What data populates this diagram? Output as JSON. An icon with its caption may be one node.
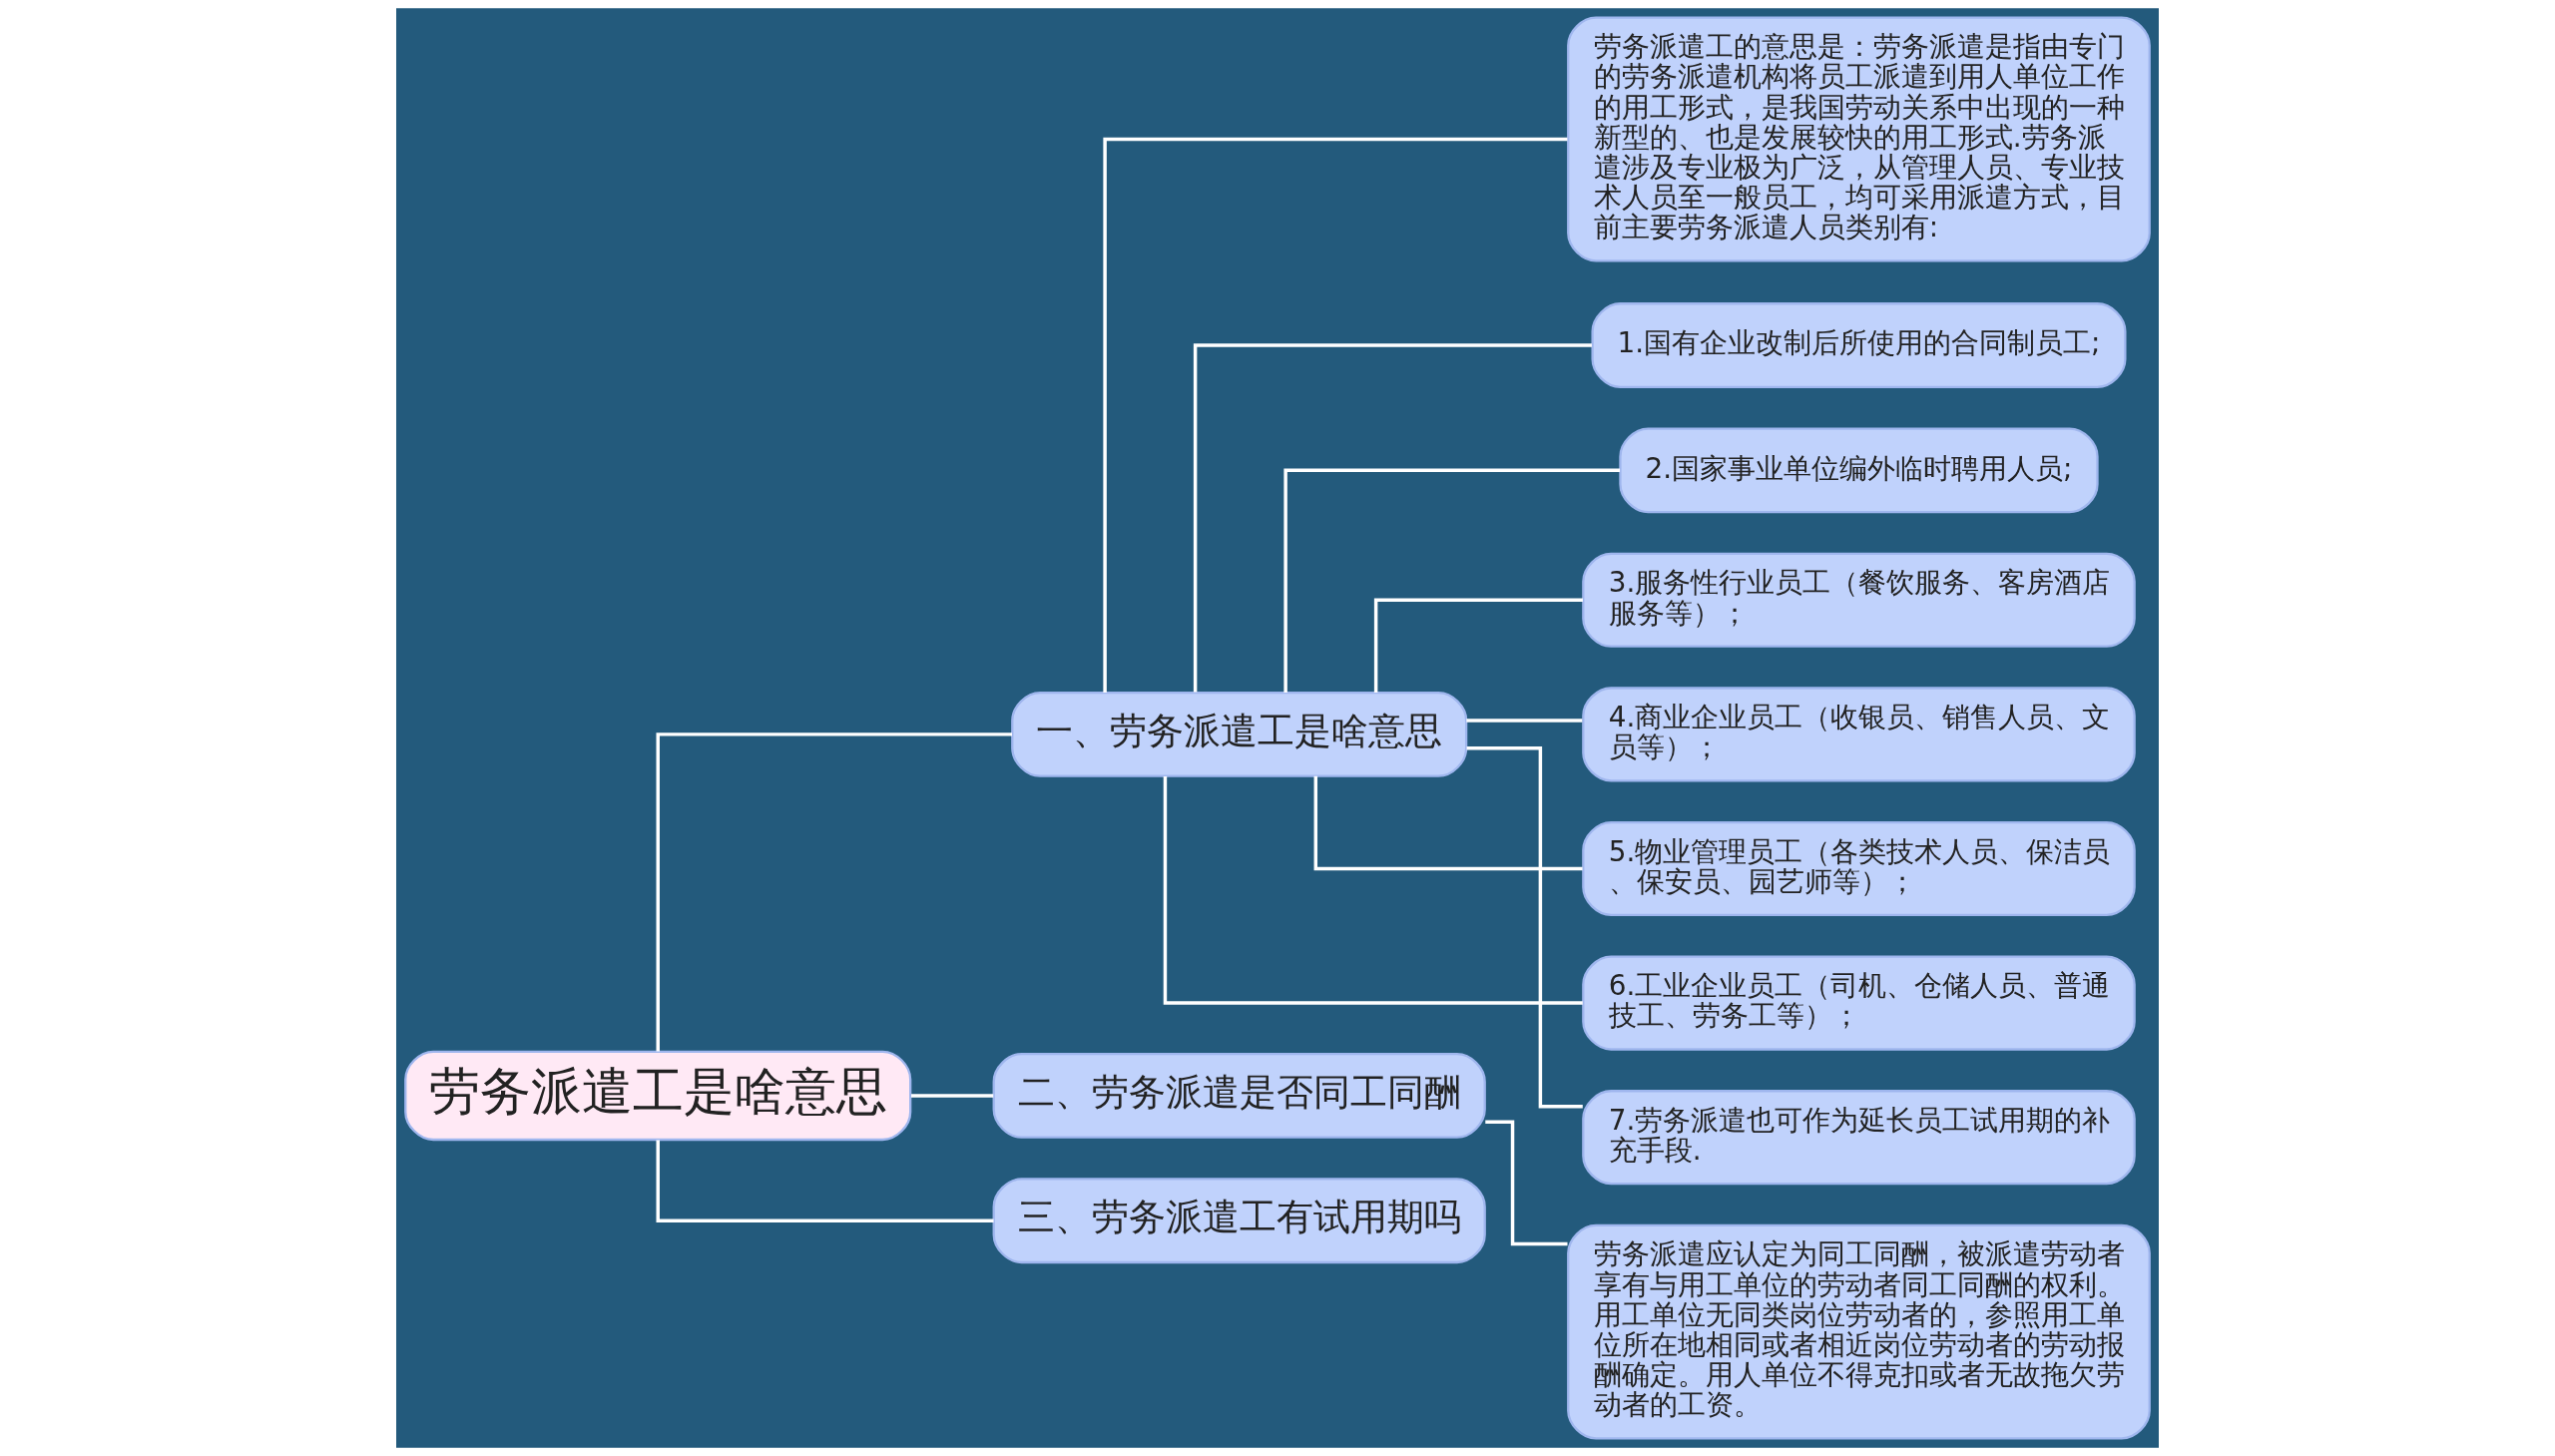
{
  "diagram": {
    "nodes": [
      {
        "text": [
          "劳务派遣工是啥意思"
        ]
      },
      {
        "text": [
          "一、劳务派遣工是啥意思"
        ]
      },
      {
        "text": [
          "劳务派遣工的意思是：劳务派遣是指由专门的劳务派遣机构将员工派遣到用人单位工作的用工形式，是我国劳动关系中出现的一种新型的、也是发展较快的用工形式.劳务派遣涉及专业极为广泛，从管理人员、专业技术人员至一般员工，均可采用派遣方式，目前主要劳务派遣人员类别有:"
        ]
      },
      {
        "text": [
          "1.国有企业改制后所使用的合同制员工;"
        ]
      },
      {
        "text": [
          "2.国家事业单位编外临时聘用人员;"
        ]
      },
      {
        "text": [
          "3.服务性行业员工（餐饮服务、客房酒店服务等）；"
        ]
      },
      {
        "text": [
          "4.商业企业员工（收银员、销售人员、文员等）；"
        ]
      },
      {
        "text": [
          "5.物业管理员工（各类技术人员、保洁员、保安员、园艺师等）；"
        ]
      },
      {
        "text": [
          "6.工业企业员工（司机、仓储人员、普通技工、劳务工等）；"
        ]
      },
      {
        "text": [
          "7.劳务派遣也可作为延长员工试用期的补充手段."
        ]
      },
      {
        "text": [
          "二、劳务派遣是否同工同酬"
        ]
      },
      {
        "text": [
          "劳务派遣应认定为同工同酬，被派遣劳动者享有与用工单位的劳动者同工同酬的权利。用工单位无同类岗位劳动者的，参照用工单位所在地相同或者相近岗位劳动者的劳动报酬确定。用人单位不得克扣或者无故拖欠劳动者的工资。"
        ]
      },
      {
        "text": [
          "三、劳务派遣工有试用期吗"
        ]
      }
    ],
    "edges": [
      {
        "from": 0,
        "to": 1,
        "arrow": "none"
      },
      {
        "from": 1,
        "to": 2,
        "arrow": "none"
      },
      {
        "from": 1,
        "to": 3,
        "arrow": "none"
      },
      {
        "from": 1,
        "to": 4,
        "arrow": "none"
      },
      {
        "from": 1,
        "to": 5,
        "arrow": "none"
      },
      {
        "from": 1,
        "to": 6,
        "arrow": "none"
      },
      {
        "from": 1,
        "to": 7,
        "arrow": "none"
      },
      {
        "from": 1,
        "to": 8,
        "arrow": "none"
      },
      {
        "from": 1,
        "to": 9,
        "arrow": "none"
      },
      {
        "from": 0,
        "to": 10,
        "arrow": "none"
      },
      {
        "from": 10,
        "to": 11,
        "arrow": "none"
      },
      {
        "from": 0,
        "to": 12,
        "arrow": "none"
      }
    ]
  }
}
